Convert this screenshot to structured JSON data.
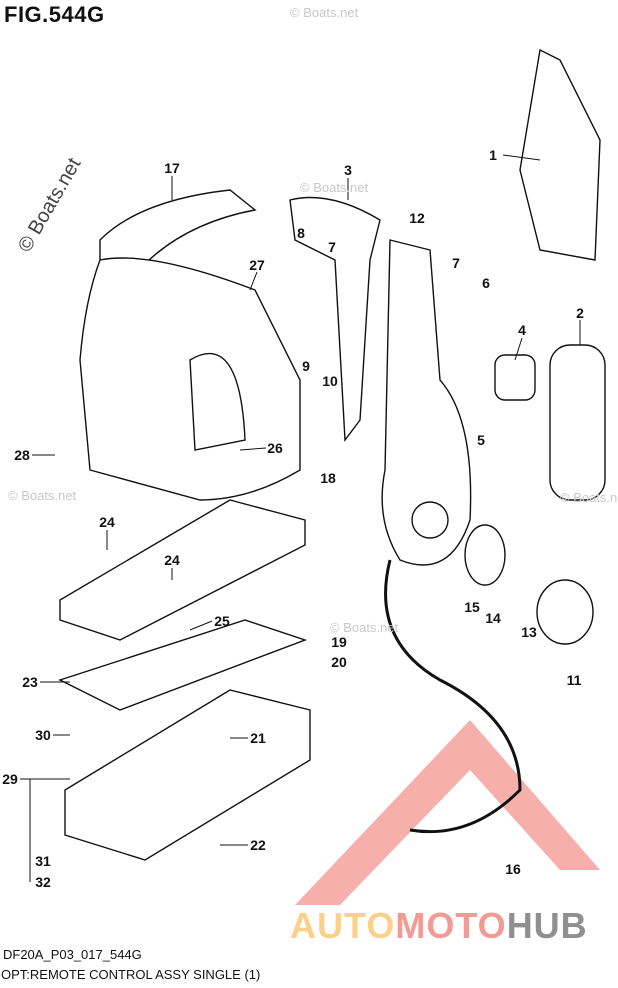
{
  "figure_title": "FIG.544G",
  "diagram_code": "DF20A_P03_017_544G",
  "diagram_description": "OPT:REMOTE CONTROL ASSY SINGLE (1)",
  "watermark": "© Boats.net",
  "logo": {
    "part1": "AUTO",
    "part2": "MOTO",
    "part3": "HUB"
  },
  "callouts": [
    "1",
    "2",
    "3",
    "4",
    "5",
    "6",
    "7",
    "7",
    "8",
    "9",
    "10",
    "11",
    "12",
    "13",
    "14",
    "15",
    "16",
    "17",
    "18",
    "19",
    "20",
    "21",
    "22",
    "23",
    "24",
    "24",
    "25",
    "26",
    "27",
    "28",
    "29",
    "30",
    "31",
    "32"
  ]
}
